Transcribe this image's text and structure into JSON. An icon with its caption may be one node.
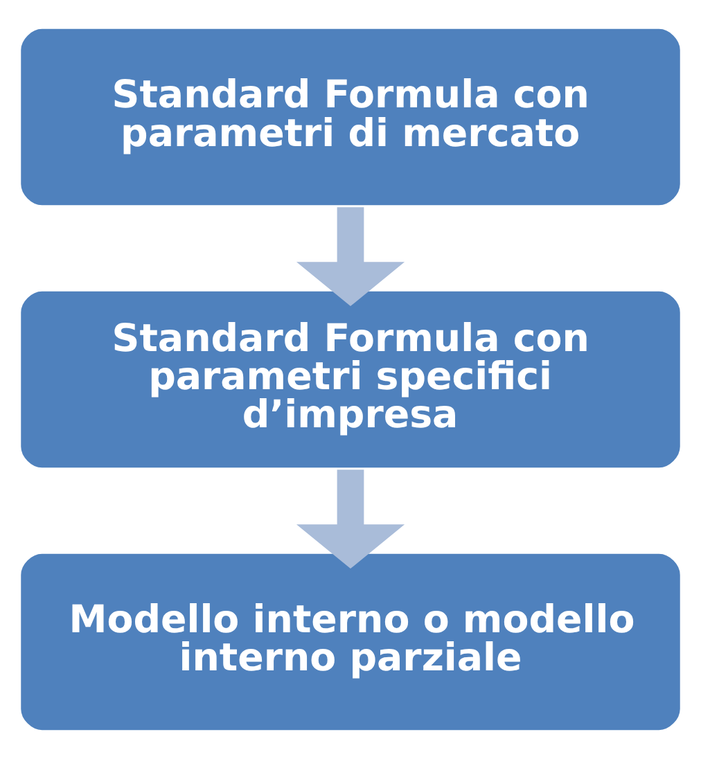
{
  "diagram": {
    "nodes": [
      {
        "text": [
          "Standard Formula con parametri di mercato"
        ]
      },
      {
        "text": [
          "Standard Formula con parametri specifici d’impresa"
        ]
      },
      {
        "text": [
          "Modello interno o modello interno parziale"
        ]
      }
    ],
    "edges": [
      {
        "from": 0,
        "to": 1,
        "arrow": "to"
      },
      {
        "from": 1,
        "to": 2,
        "arrow": "to"
      }
    ]
  }
}
